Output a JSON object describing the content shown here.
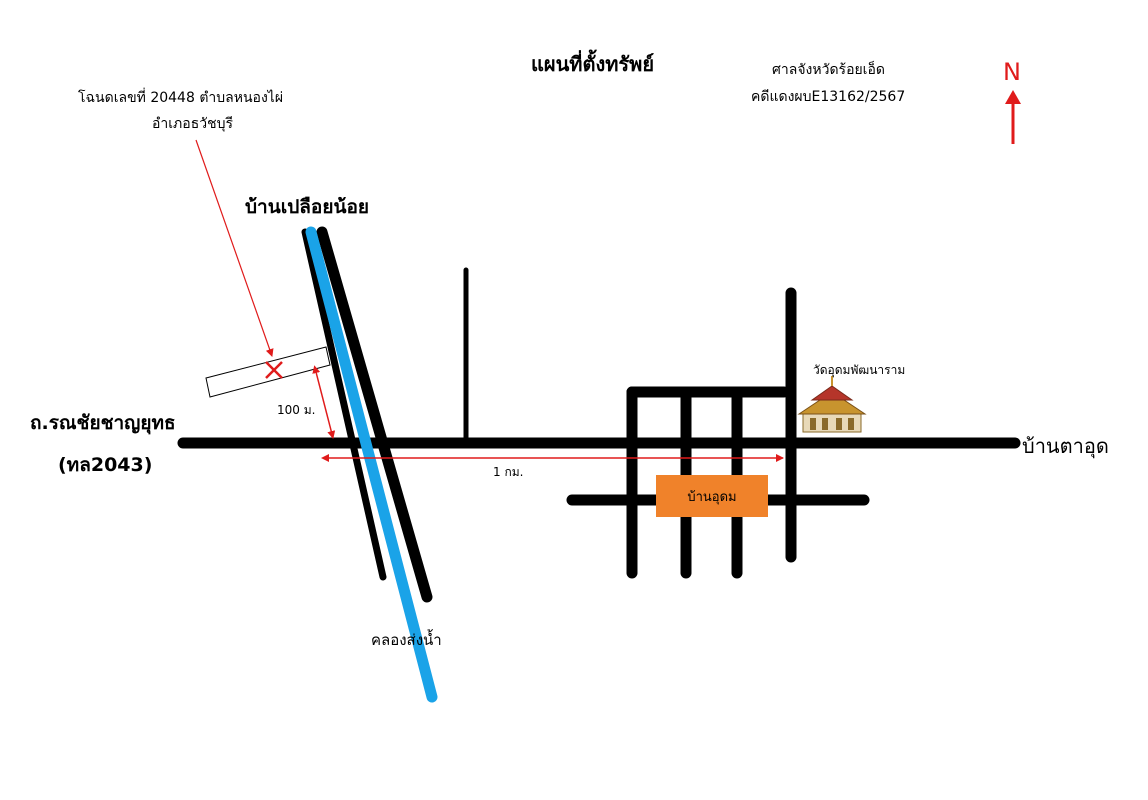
{
  "title": "แผนที่ตั้งทรัพย์",
  "court": "ศาลจังหวัดร้อยเอ็ด",
  "case_number": "คดีแดงผบE13162/2567",
  "north_label": "N",
  "plot": {
    "line1": "โฉนดเลขที่ 20448  ตำบลหนองไผ่",
    "line2": "อำเภอธวัชบุรี",
    "marker": "X"
  },
  "places": {
    "village_north": "บ้านเปลือยน้อย",
    "village_east": "บ้านตาอุด",
    "village_box": "บ้านอุดม",
    "temple": "วัดอุดมพัฒนาราม",
    "canal": "คลองส่งน้ำ"
  },
  "road": {
    "name": "ถ.รณชัยชาญยุทธ",
    "code": "(ทล2043)"
  },
  "distances": {
    "to_road": "100 ม.",
    "to_village": "1  กม."
  },
  "colors": {
    "road": "#000000",
    "canal": "#1aa3e8",
    "annotation": "#e01b1b",
    "village_box": "#f0822a"
  },
  "icons": {
    "temple": "temple-icon",
    "north": "north-arrow-icon"
  }
}
